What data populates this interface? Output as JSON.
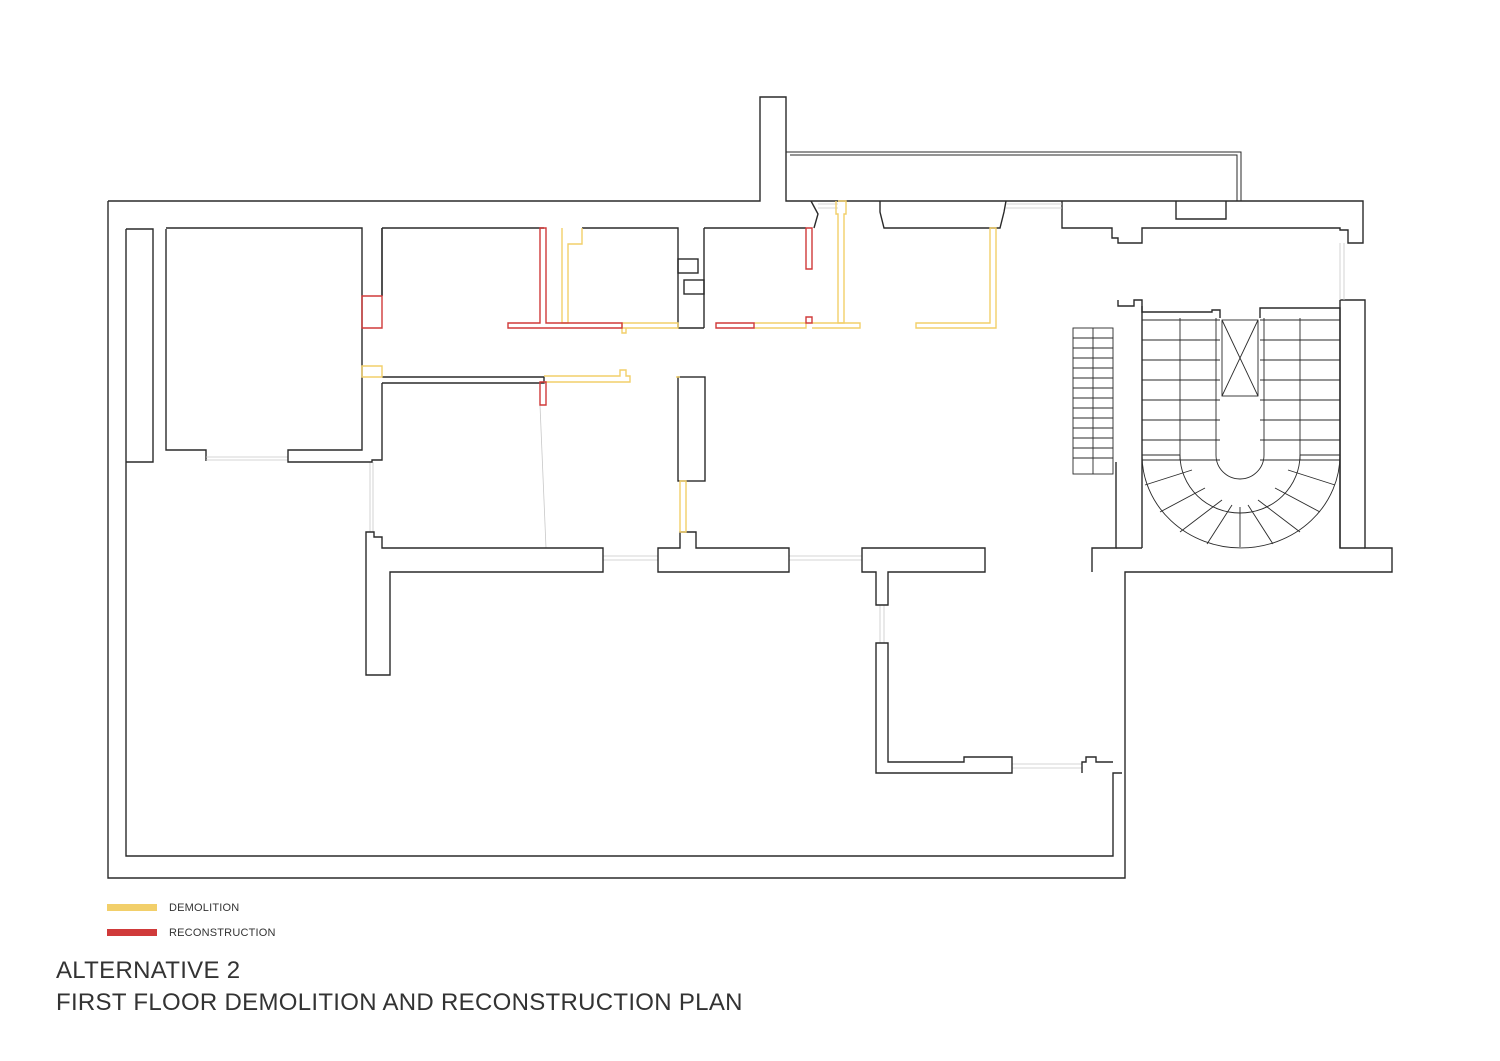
{
  "legend": {
    "items": [
      {
        "label": "DEMOLITION",
        "color": "#f2cf6a"
      },
      {
        "label": "RECONSTRUCTION",
        "color": "#d03a3a"
      }
    ]
  },
  "title": {
    "line1": "ALTERNATIVE 2",
    "line2": "FIRST FLOOR DEMOLITION AND RECONSTRUCTION PLAN"
  },
  "colors": {
    "walls": "#2a2a2a",
    "demolition": "#f2cf6a",
    "reconstruction": "#d03a3a",
    "background": "#ffffff"
  }
}
